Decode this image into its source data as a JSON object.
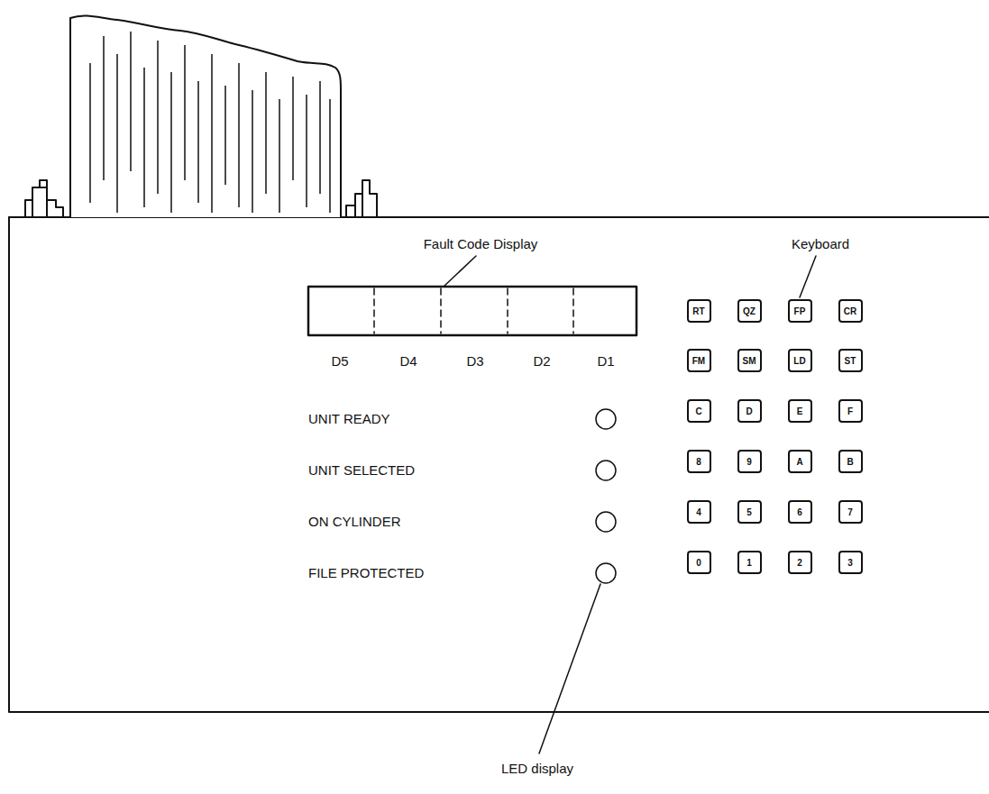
{
  "diagram": {
    "nodes": [
      {
        "text": [
          "RT"
        ]
      },
      {
        "text": [
          "QZ"
        ]
      },
      {
        "text": [
          "FP"
        ]
      },
      {
        "text": [
          "CR"
        ]
      },
      {
        "text": [
          "FM"
        ]
      },
      {
        "text": [
          "SM"
        ]
      },
      {
        "text": [
          "LD"
        ]
      },
      {
        "text": [
          "ST"
        ]
      },
      {
        "text": [
          "C"
        ]
      },
      {
        "text": [
          "D"
        ]
      },
      {
        "text": [
          "E"
        ]
      },
      {
        "text": [
          "F"
        ]
      },
      {
        "text": [
          "8"
        ]
      },
      {
        "text": [
          "9"
        ]
      },
      {
        "text": [
          "A"
        ]
      },
      {
        "text": [
          "B"
        ]
      },
      {
        "text": [
          "4"
        ]
      },
      {
        "text": [
          "5"
        ]
      },
      {
        "text": [
          "6"
        ]
      },
      {
        "text": [
          "7"
        ]
      },
      {
        "text": [
          "0"
        ]
      },
      {
        "text": [
          "1"
        ]
      },
      {
        "text": [
          "2"
        ]
      },
      {
        "text": [
          "3"
        ]
      }
    ],
    "labels": [
      "Fault Code Display",
      "Keyboard",
      "D5",
      "D4",
      "D3",
      "D2",
      "D1",
      "UNIT READY",
      "UNIT SELECTED",
      "ON CYLINDER",
      "FILE PROTECTED",
      "LED display"
    ]
  }
}
